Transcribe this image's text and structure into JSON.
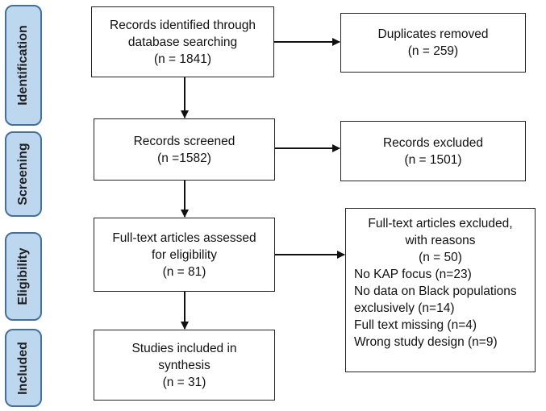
{
  "stages": [
    {
      "label": "Identification"
    },
    {
      "label": "Screening"
    },
    {
      "label": "Eligibility"
    },
    {
      "label": "Included"
    }
  ],
  "boxes": {
    "records_identified": {
      "lines": [
        "Records identified through",
        "database searching",
        "(n = 1841)"
      ]
    },
    "duplicates_removed": {
      "lines": [
        "Duplicates removed",
        "(n = 259)"
      ]
    },
    "records_screened": {
      "lines": [
        "Records screened",
        "(n =1582)"
      ]
    },
    "records_excluded": {
      "lines": [
        "Records excluded",
        "(n = 1501)"
      ]
    },
    "fulltext_assessed": {
      "lines": [
        "Full-text articles assessed",
        "for eligibility",
        "(n = 81)"
      ]
    },
    "fulltext_excluded": {
      "header_lines": [
        "Full-text articles excluded,",
        "with reasons",
        "(n = 50)"
      ],
      "reasons": [
        "No KAP focus (n=23)",
        "No data on Black populations",
        "exclusively (n=14)",
        "Full text missing (n=4)",
        "Wrong study design (n=9)"
      ]
    },
    "studies_included": {
      "lines": [
        "Studies included in",
        "synthesis",
        "(n = 31)"
      ]
    }
  }
}
